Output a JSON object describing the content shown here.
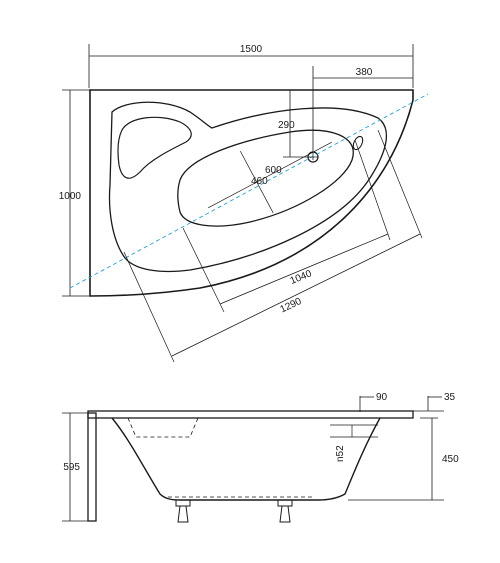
{
  "top_view": {
    "width_label": "1500",
    "height_label": "1000",
    "drain_offset_label": "380",
    "drain_distance_label": "290",
    "inner_width_label": "600",
    "inner_depth_label": "460",
    "inner_length_label": "1040",
    "outer_length_label": "1290"
  },
  "side_view": {
    "panel_height_label": "595",
    "tub_depth_label": "450",
    "rim_width_label": "90",
    "rim_thickness_label": "35",
    "overflow_label": "n52"
  },
  "colors": {
    "line": "#1a1a1a",
    "axis": "#2aa0c8",
    "background": "#ffffff"
  }
}
